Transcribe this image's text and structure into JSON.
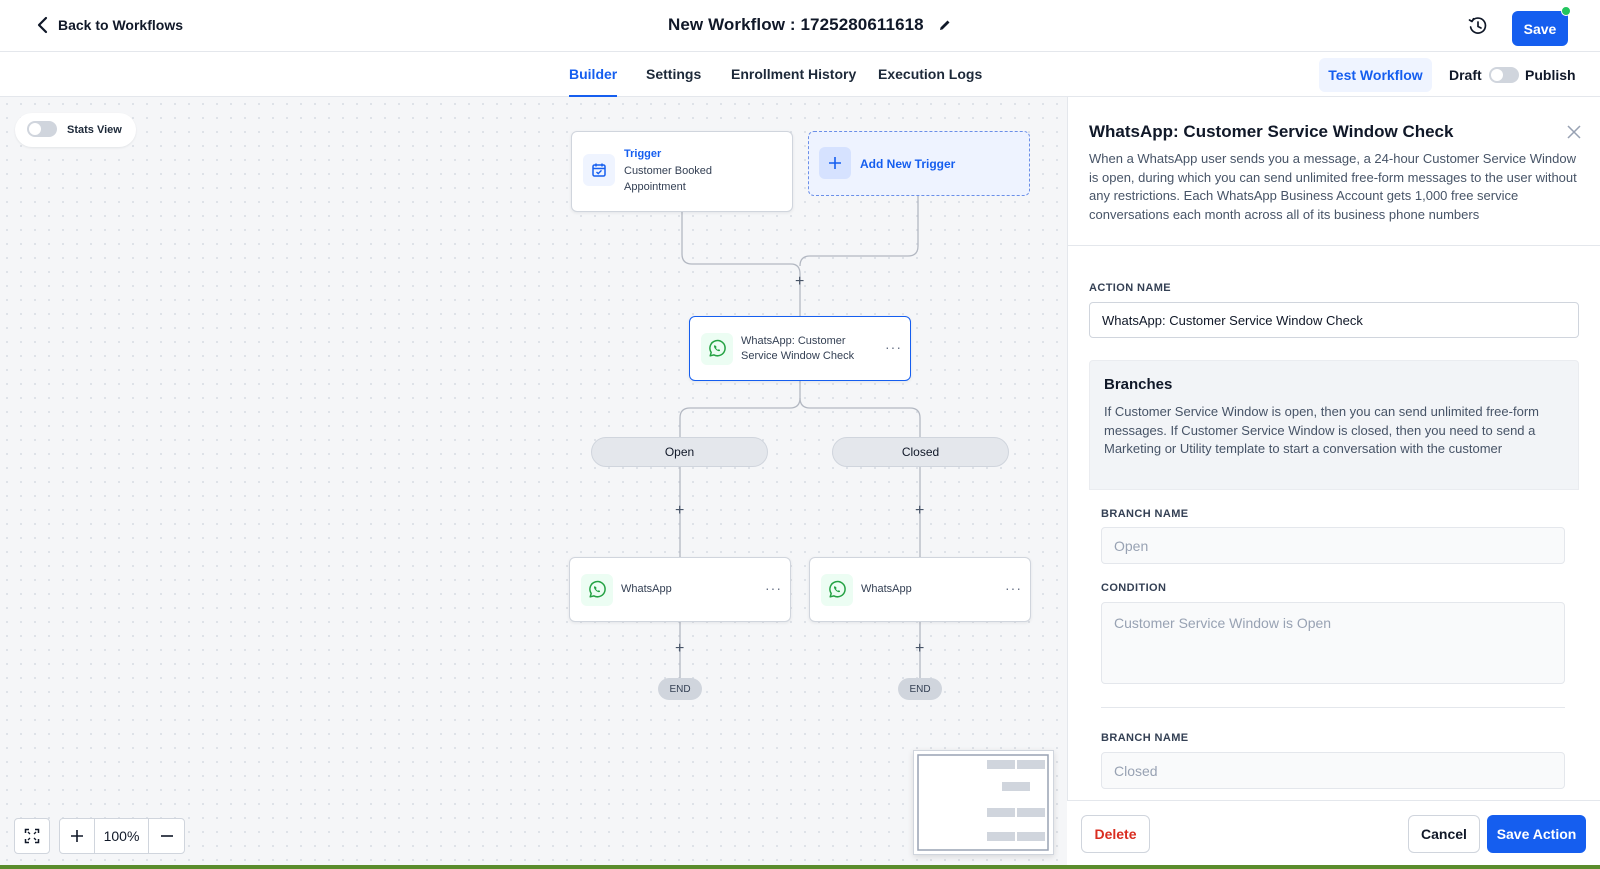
{
  "header": {
    "back_label": "Back to Workflows",
    "workflow_title": "New Workflow : 1725280611618",
    "save_label": "Save"
  },
  "tabs": [
    {
      "label": "Builder",
      "active": true
    },
    {
      "label": "Settings",
      "active": false
    },
    {
      "label": "Enrollment History",
      "active": false
    },
    {
      "label": "Execution Logs",
      "active": false
    }
  ],
  "toolbar": {
    "test_label": "Test Workflow",
    "draft_label": "Draft",
    "publish_label": "Publish",
    "publish_on": false
  },
  "canvas": {
    "stats_label": "Stats View",
    "stats_on": false,
    "trigger": {
      "label": "Trigger",
      "name_line1": "Customer Booked",
      "name_line2": "Appointment"
    },
    "add_trigger_label": "Add New Trigger",
    "check_node": {
      "line1": "WhatsApp: Customer",
      "line2": "Service Window Check"
    },
    "branches": [
      {
        "label": "Open",
        "action": "WhatsApp",
        "end": "END"
      },
      {
        "label": "Closed",
        "action": "WhatsApp",
        "end": "END"
      }
    ],
    "zoom_level": "100%"
  },
  "panel": {
    "title": "WhatsApp: Customer Service Window Check",
    "description": "When a WhatsApp user sends you a message, a 24-hour Customer Service Window is open, during which you can send unlimited free-form messages to the user without any restrictions. Each WhatsApp Business Account gets 1,000 free service conversations each month across all of its business phone numbers",
    "action_name_label": "ACTION NAME",
    "action_name_value": "WhatsApp: Customer Service Window Check",
    "branches_title": "Branches",
    "branches_desc": "If Customer Service Window is open, then you can send unlimited free-form messages. If Customer Service Window is closed, then you need to send a Marketing or Utility template to start a conversation with the customer",
    "branch1": {
      "name_label": "BRANCH NAME",
      "name_value": "Open",
      "condition_label": "CONDITION",
      "condition_value": "Customer Service Window is Open"
    },
    "branch2": {
      "name_label": "BRANCH NAME",
      "name_value": "Closed"
    },
    "delete_label": "Delete",
    "cancel_label": "Cancel",
    "save_action_label": "Save Action"
  },
  "colors": {
    "accent": "#155eef",
    "danger": "#d92d20",
    "whatsapp": "#25a244",
    "status_dot": "#22c55e"
  },
  "icons": [
    "chevron-left-icon",
    "pencil-icon",
    "history-icon",
    "calendar-icon",
    "plus-icon",
    "whatsapp-icon",
    "more-horizontal-icon",
    "close-icon",
    "fit-screen-icon",
    "zoom-in-icon",
    "zoom-out-icon"
  ]
}
